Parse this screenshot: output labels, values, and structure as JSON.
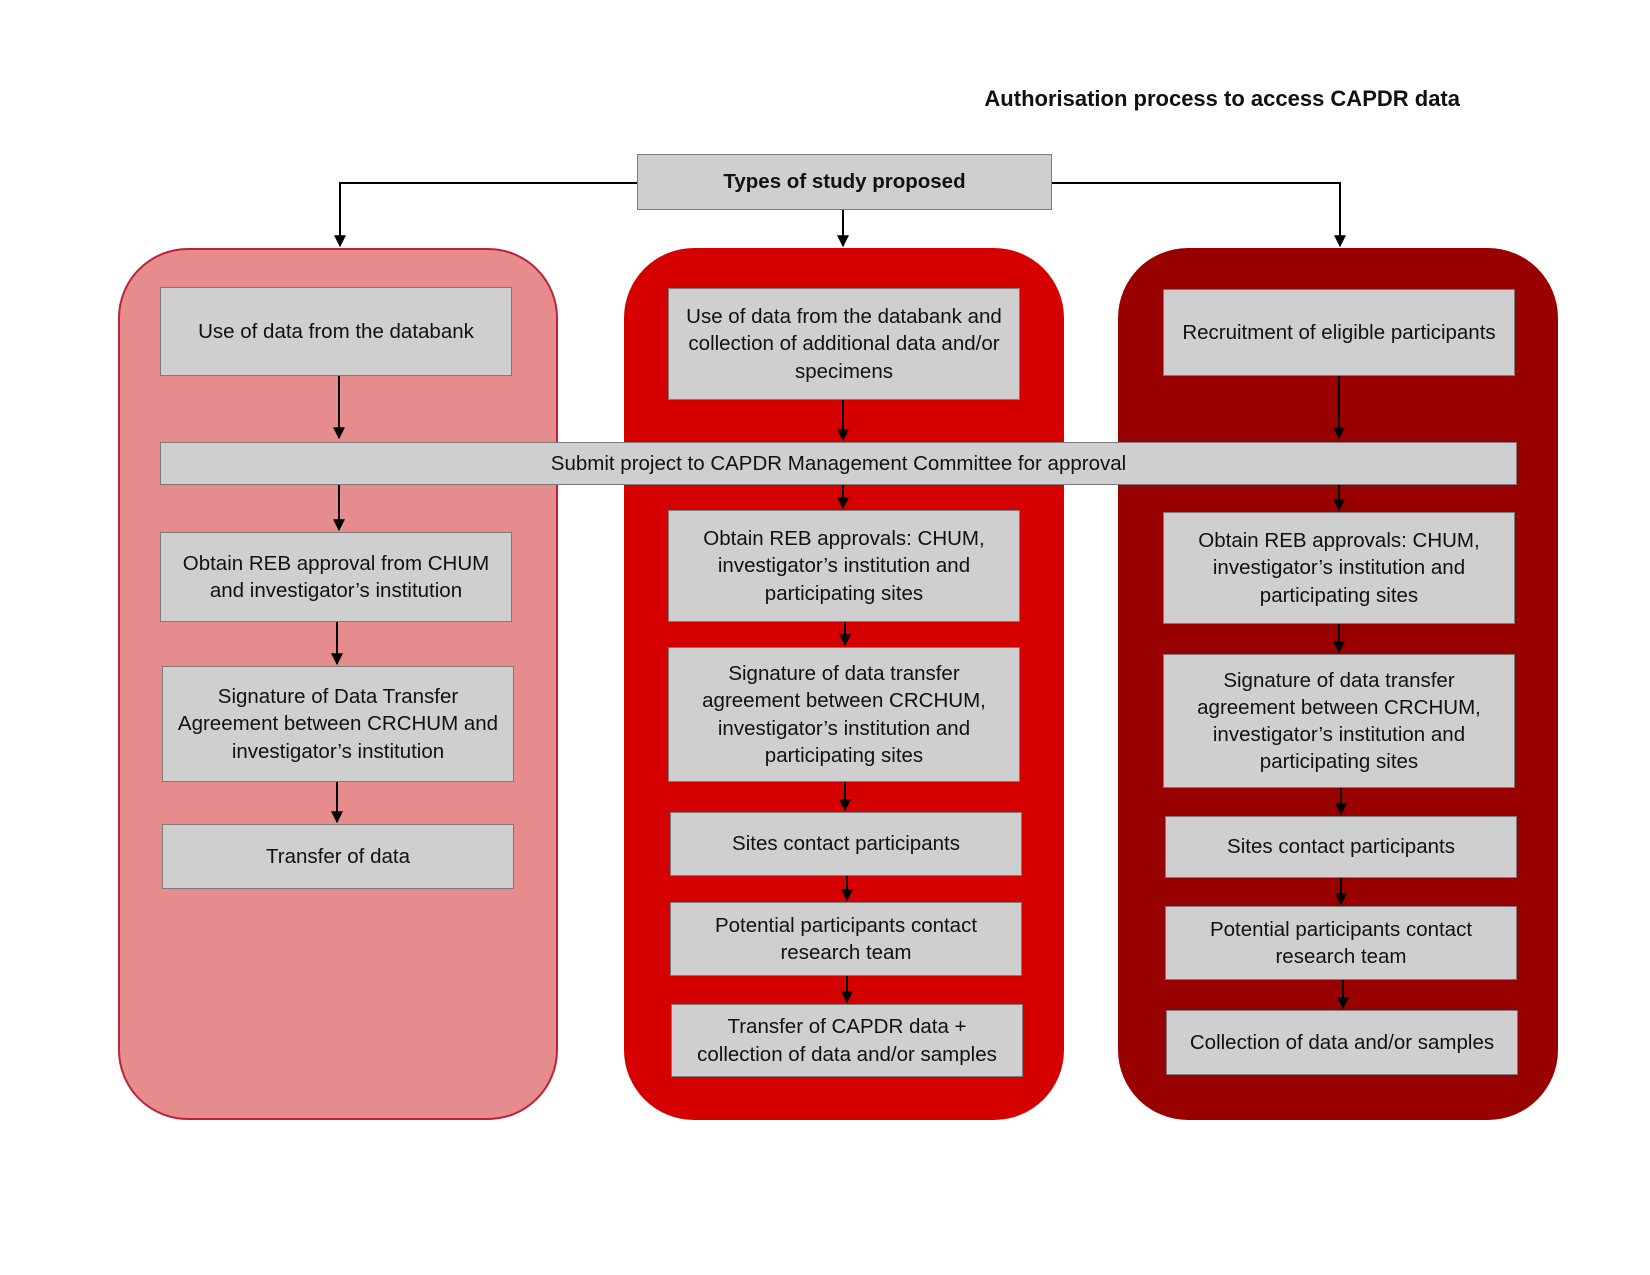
{
  "title": "Authorisation process to access CAPDR data",
  "header_box": "Types of study proposed",
  "shared_step": "Submit project to CAPDR Management Committee for approval",
  "colors": {
    "box_fill": "#d0cfcf",
    "panel_left": "#e68c8c",
    "panel_center": "#d50000",
    "panel_right": "#990000"
  },
  "columns": [
    {
      "steps": [
        "Use of data from the databank",
        "Obtain REB approval from CHUM and investigator’s institution",
        "Signature of Data Transfer Agreement between CRCHUM and investigator’s institution",
        "Transfer of data"
      ]
    },
    {
      "steps": [
        "Use of data from the databank and collection of additional data and/or specimens",
        "Obtain REB approvals: CHUM, investigator’s institution and participating sites",
        "Signature of data transfer agreement between CRCHUM, investigator’s institution and participating sites",
        "Sites contact participants",
        "Potential participants contact research team",
        "Transfer of CAPDR data + collection of data and/or samples"
      ]
    },
    {
      "steps": [
        "Recruitment of eligible participants",
        "Obtain REB approvals: CHUM, investigator’s institution and participating sites",
        "Signature of data transfer agreement between CRCHUM, investigator’s institution and participating sites",
        "Sites contact participants",
        "Potential participants contact research team",
        "Collection of data and/or samples"
      ]
    }
  ]
}
